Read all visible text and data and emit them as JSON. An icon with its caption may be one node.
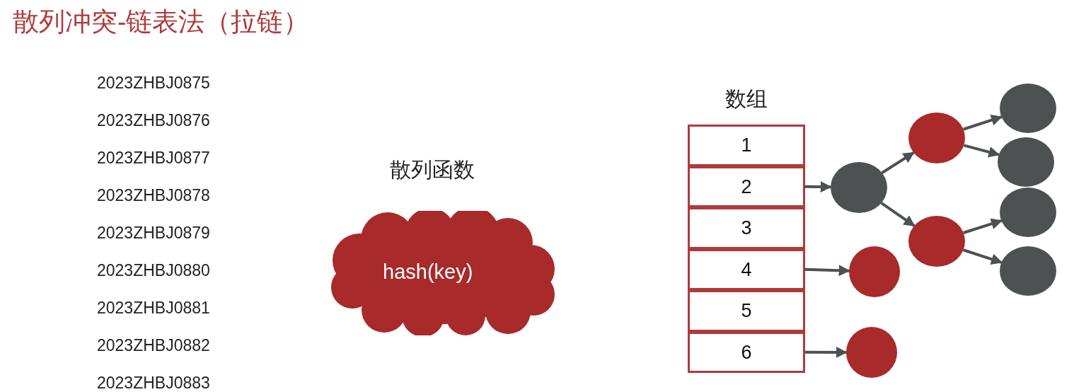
{
  "diagram": {
    "title": "散列冲突-链表法（拉链）",
    "nodes": [
      {
        "text": [
          "hash(key)"
        ]
      },
      {
        "text": [
          "数组"
        ]
      },
      {
        "text": [
          "1"
        ],
        "in": 1
      },
      {
        "text": [
          "2"
        ],
        "in": 1
      },
      {
        "text": [
          "3"
        ],
        "in": 1
      },
      {
        "text": [
          "4"
        ],
        "in": 1
      },
      {
        "text": [
          "5"
        ],
        "in": 1
      },
      {
        "text": [
          "6"
        ],
        "in": 1
      },
      {
        "text": [],
        "shape": "circle"
      },
      {
        "text": [],
        "shape": "circle"
      },
      {
        "text": [],
        "shape": "circle"
      },
      {
        "text": [],
        "shape": "circle"
      },
      {
        "text": [],
        "shape": "circle"
      },
      {
        "text": [],
        "shape": "circle"
      },
      {
        "text": [],
        "shape": "circle"
      },
      {
        "text": [],
        "shape": "circle"
      },
      {
        "text": [],
        "shape": "circle"
      }
    ],
    "edges": [
      {
        "from": 3,
        "to": 8,
        "arrow": "to"
      },
      {
        "from": 8,
        "to": 9,
        "arrow": "to"
      },
      {
        "from": 8,
        "to": 10,
        "arrow": "to"
      },
      {
        "from": 9,
        "to": 13,
        "arrow": "to"
      },
      {
        "from": 9,
        "to": 14,
        "arrow": "to"
      },
      {
        "from": 10,
        "to": 15,
        "arrow": "to"
      },
      {
        "from": 10,
        "to": 16,
        "arrow": "to"
      },
      {
        "from": 5,
        "to": 11,
        "arrow": "to"
      },
      {
        "from": 7,
        "to": 12,
        "arrow": "to"
      }
    ],
    "labels": [
      "2023ZHBJ0875",
      "2023ZHBJ0876",
      "2023ZHBJ0877",
      "2023ZHBJ0878",
      "2023ZHBJ0879",
      "2023ZHBJ0880",
      "2023ZHBJ0881",
      "2023ZHBJ0882",
      "2023ZHBJ0883",
      "散列函数"
    ]
  }
}
